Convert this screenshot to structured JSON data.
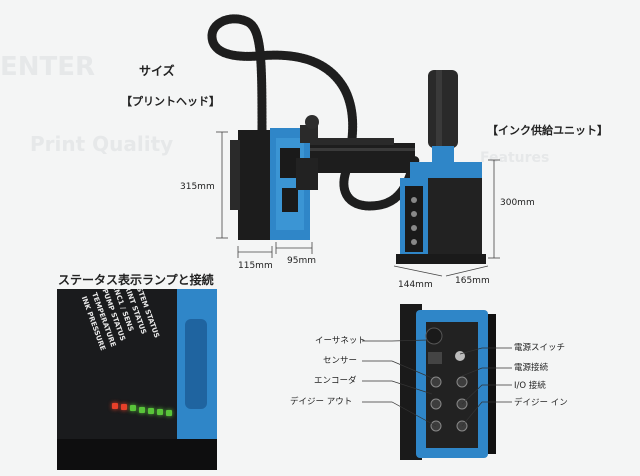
{
  "section_size": "サイズ",
  "print_head_label": "【プリントヘッド】",
  "ink_unit_label": "【インク供給ユニット】",
  "status_section": "ステータス表示ランプと接続",
  "dims": {
    "head_height": "315mm",
    "head_depth": "115mm",
    "head_width": "95mm",
    "unit_height": "300mm",
    "unit_depth": "144mm",
    "unit_width": "165mm"
  },
  "status_lines": [
    "SYSTEM STATUS",
    "PRINT STATUS",
    "ENC1 / SENS",
    "PUMP STATUS",
    "TEMPERATURE",
    "INK PRESSURE"
  ],
  "led_colors": [
    "#e8402a",
    "#e8402a",
    "#59c43a",
    "#59c43a",
    "#59c43a",
    "#59c43a",
    "#59c43a"
  ],
  "left_callouts": [
    "イーサネット",
    "センサー",
    "エンコーダ",
    "デイジー アウト"
  ],
  "right_callouts": [
    "電源スイッチ",
    "電源接続",
    "I/O 接続",
    "デイジー イン"
  ],
  "accent_color": "#2f86c8"
}
